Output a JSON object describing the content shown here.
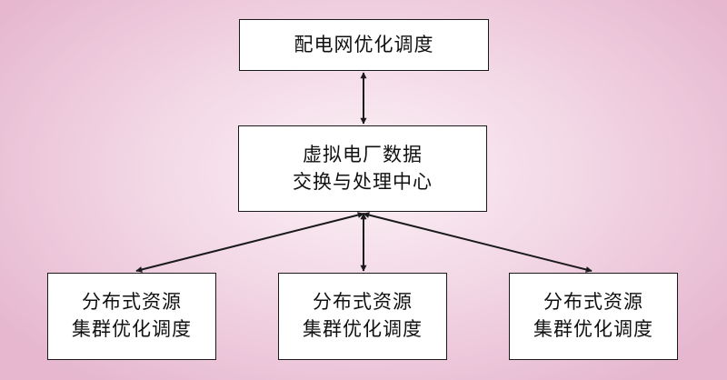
{
  "diagram": {
    "top_node": {
      "line1": "配电网优化调度"
    },
    "center_node": {
      "line1": "虚拟电厂数据",
      "line2": "交换与处理中心"
    },
    "bottom_nodes": [
      {
        "line1": "分布式资源",
        "line2": "集群优化调度"
      },
      {
        "line1": "分布式资源",
        "line2": "集群优化调度"
      },
      {
        "line1": "分布式资源",
        "line2": "集群优化调度"
      }
    ]
  },
  "colors": {
    "background_center": "#fbf1f6",
    "background_edge": "#e6b7cf",
    "box_fill": "#ffffff",
    "line": "#1a1a1a",
    "text": "#111111"
  }
}
